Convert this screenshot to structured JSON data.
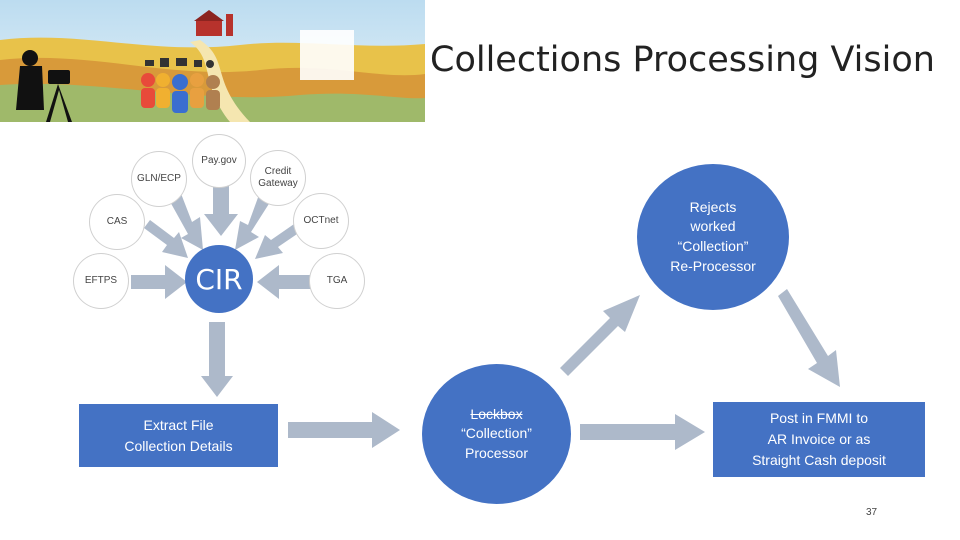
{
  "title": "Collections Processing Vision",
  "sources": {
    "paygov": "Pay.gov",
    "gln_ecp": "GLN/ECP",
    "credit_gateway_line1": "Credit",
    "credit_gateway_line2": "Gateway",
    "cas": "CAS",
    "octnet": "OCTnet",
    "eftps": "EFTPS",
    "tga": "TGA"
  },
  "cir": "CIR",
  "extract": {
    "line1": "Extract File",
    "line2": "Collection Details"
  },
  "lockbox": {
    "line1": "Lockbox",
    "line2": "“Collection”",
    "line3": "Processor"
  },
  "post": {
    "line1": "Post in FMMI to",
    "line2": "AR Invoice or as",
    "line3": "Straight Cash deposit"
  },
  "rejects": {
    "line1": "Rejects",
    "line2": "worked",
    "line3": "“Collection”",
    "line4": "Re-Processor"
  },
  "page_number": "37",
  "colors": {
    "primary_blue": "#4472c4",
    "arrow": "#adb9ca"
  }
}
